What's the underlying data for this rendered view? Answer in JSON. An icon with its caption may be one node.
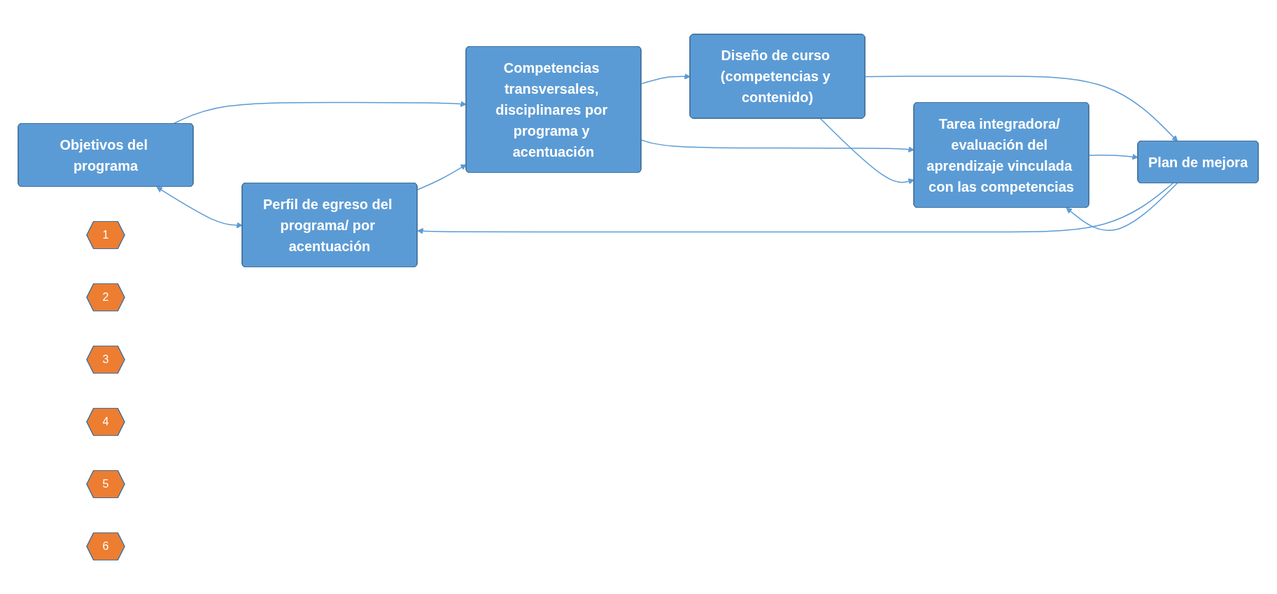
{
  "diagram": {
    "nodes": [
      {
        "text": [
          "Objetivos del programa"
        ]
      },
      {
        "text": [
          "Perfil de egreso del programa/ por acentuación"
        ]
      },
      {
        "text": [
          "Competencias transversales, disciplinares por programa y acentuación"
        ]
      },
      {
        "text": [
          "Diseño de curso (competencias y contenido)"
        ]
      },
      {
        "text": [
          "Tarea integradora/ evaluación del aprendizaje vinculada con las competencias"
        ]
      },
      {
        "text": [
          "Plan de mejora"
        ]
      },
      {
        "text": [
          "1"
        ]
      },
      {
        "text": [
          "2"
        ]
      },
      {
        "text": [
          "3"
        ]
      },
      {
        "text": [
          "4"
        ]
      },
      {
        "text": [
          "5"
        ]
      },
      {
        "text": [
          "6"
        ]
      }
    ],
    "edges": [
      {
        "from": 0,
        "to": 1,
        "arrow": "both"
      },
      {
        "from": 0,
        "to": 2,
        "arrow": "to"
      },
      {
        "from": 1,
        "to": 2,
        "arrow": "to"
      },
      {
        "from": 2,
        "to": 3,
        "arrow": "to"
      },
      {
        "from": 2,
        "to": 4,
        "arrow": "to"
      },
      {
        "from": 3,
        "to": 4,
        "arrow": "to"
      },
      {
        "from": 3,
        "to": 5,
        "arrow": "to"
      },
      {
        "from": 4,
        "to": 5,
        "arrow": "to"
      },
      {
        "from": 5,
        "to": 1,
        "arrow": "to"
      },
      {
        "from": 5,
        "to": 4,
        "arrow": "to"
      }
    ]
  }
}
